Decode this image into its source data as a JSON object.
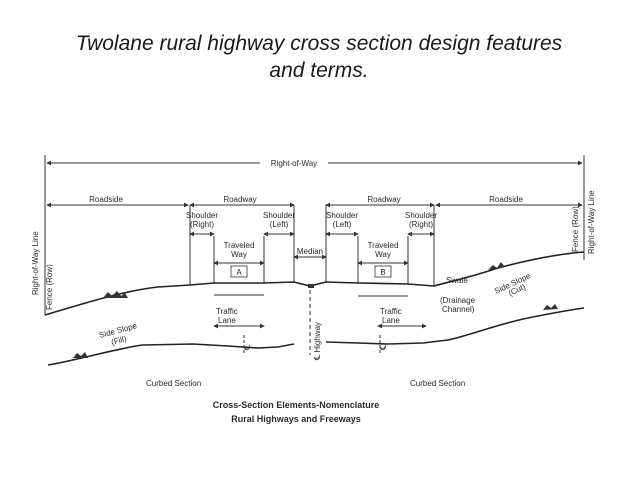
{
  "title": {
    "line1": "Twolane rural highway cross section design features",
    "line2": "and terms."
  },
  "diagram": {
    "right_of_way": "Right-of-Way",
    "right_of_way_line_left": "Right-of-Way Line",
    "right_of_way_line_right": "Right-of-Way Line",
    "fence_row_left": "Fence (Row)",
    "fence_row_right": "Fence (Row)",
    "roadside_left": "Roadside",
    "roadway_left": "Roadway",
    "roadway_right": "Roadway",
    "roadside_right": "Roadside",
    "shoulder_right_left_1": "Shoulder",
    "shoulder_right_left_2": "(Right)",
    "shoulder_left_left_1": "Shoulder",
    "shoulder_left_left_2": "(Left)",
    "shoulder_left_right_1": "Shoulder",
    "shoulder_left_right_2": "(Left)",
    "shoulder_right_right_1": "Shoulder",
    "shoulder_right_right_2": "(Right)",
    "traveled_way_a_1": "Traveled",
    "traveled_way_a_2": "Way",
    "traveled_way_a_3": "A",
    "traveled_way_b_1": "Traveled",
    "traveled_way_b_2": "Way",
    "traveled_way_b_3": "B",
    "median": "Median",
    "swale": "Swale",
    "drainage_channel_1": "(Drainage",
    "drainage_channel_2": "Channel)",
    "side_slope_cut_1": "Side Slope",
    "side_slope_cut_2": "(Cut)",
    "side_slope_fill_1": "Side Slope",
    "side_slope_fill_2": "(Fill)",
    "traffic_lane_left_1": "Traffic",
    "traffic_lane_left_2": "Lane",
    "traffic_lane_right_1": "Traffic",
    "traffic_lane_right_2": "Lane",
    "centerline_left": "℄",
    "centerline_right": "℄",
    "highway_centerline": "℄ Highway",
    "curbed_section_left": "Curbed Section",
    "curbed_section_right": "Curbed Section",
    "caption_line1": "Cross-Section Elements-Nomenclature",
    "caption_line2": "Rural Highways and Freeways"
  }
}
